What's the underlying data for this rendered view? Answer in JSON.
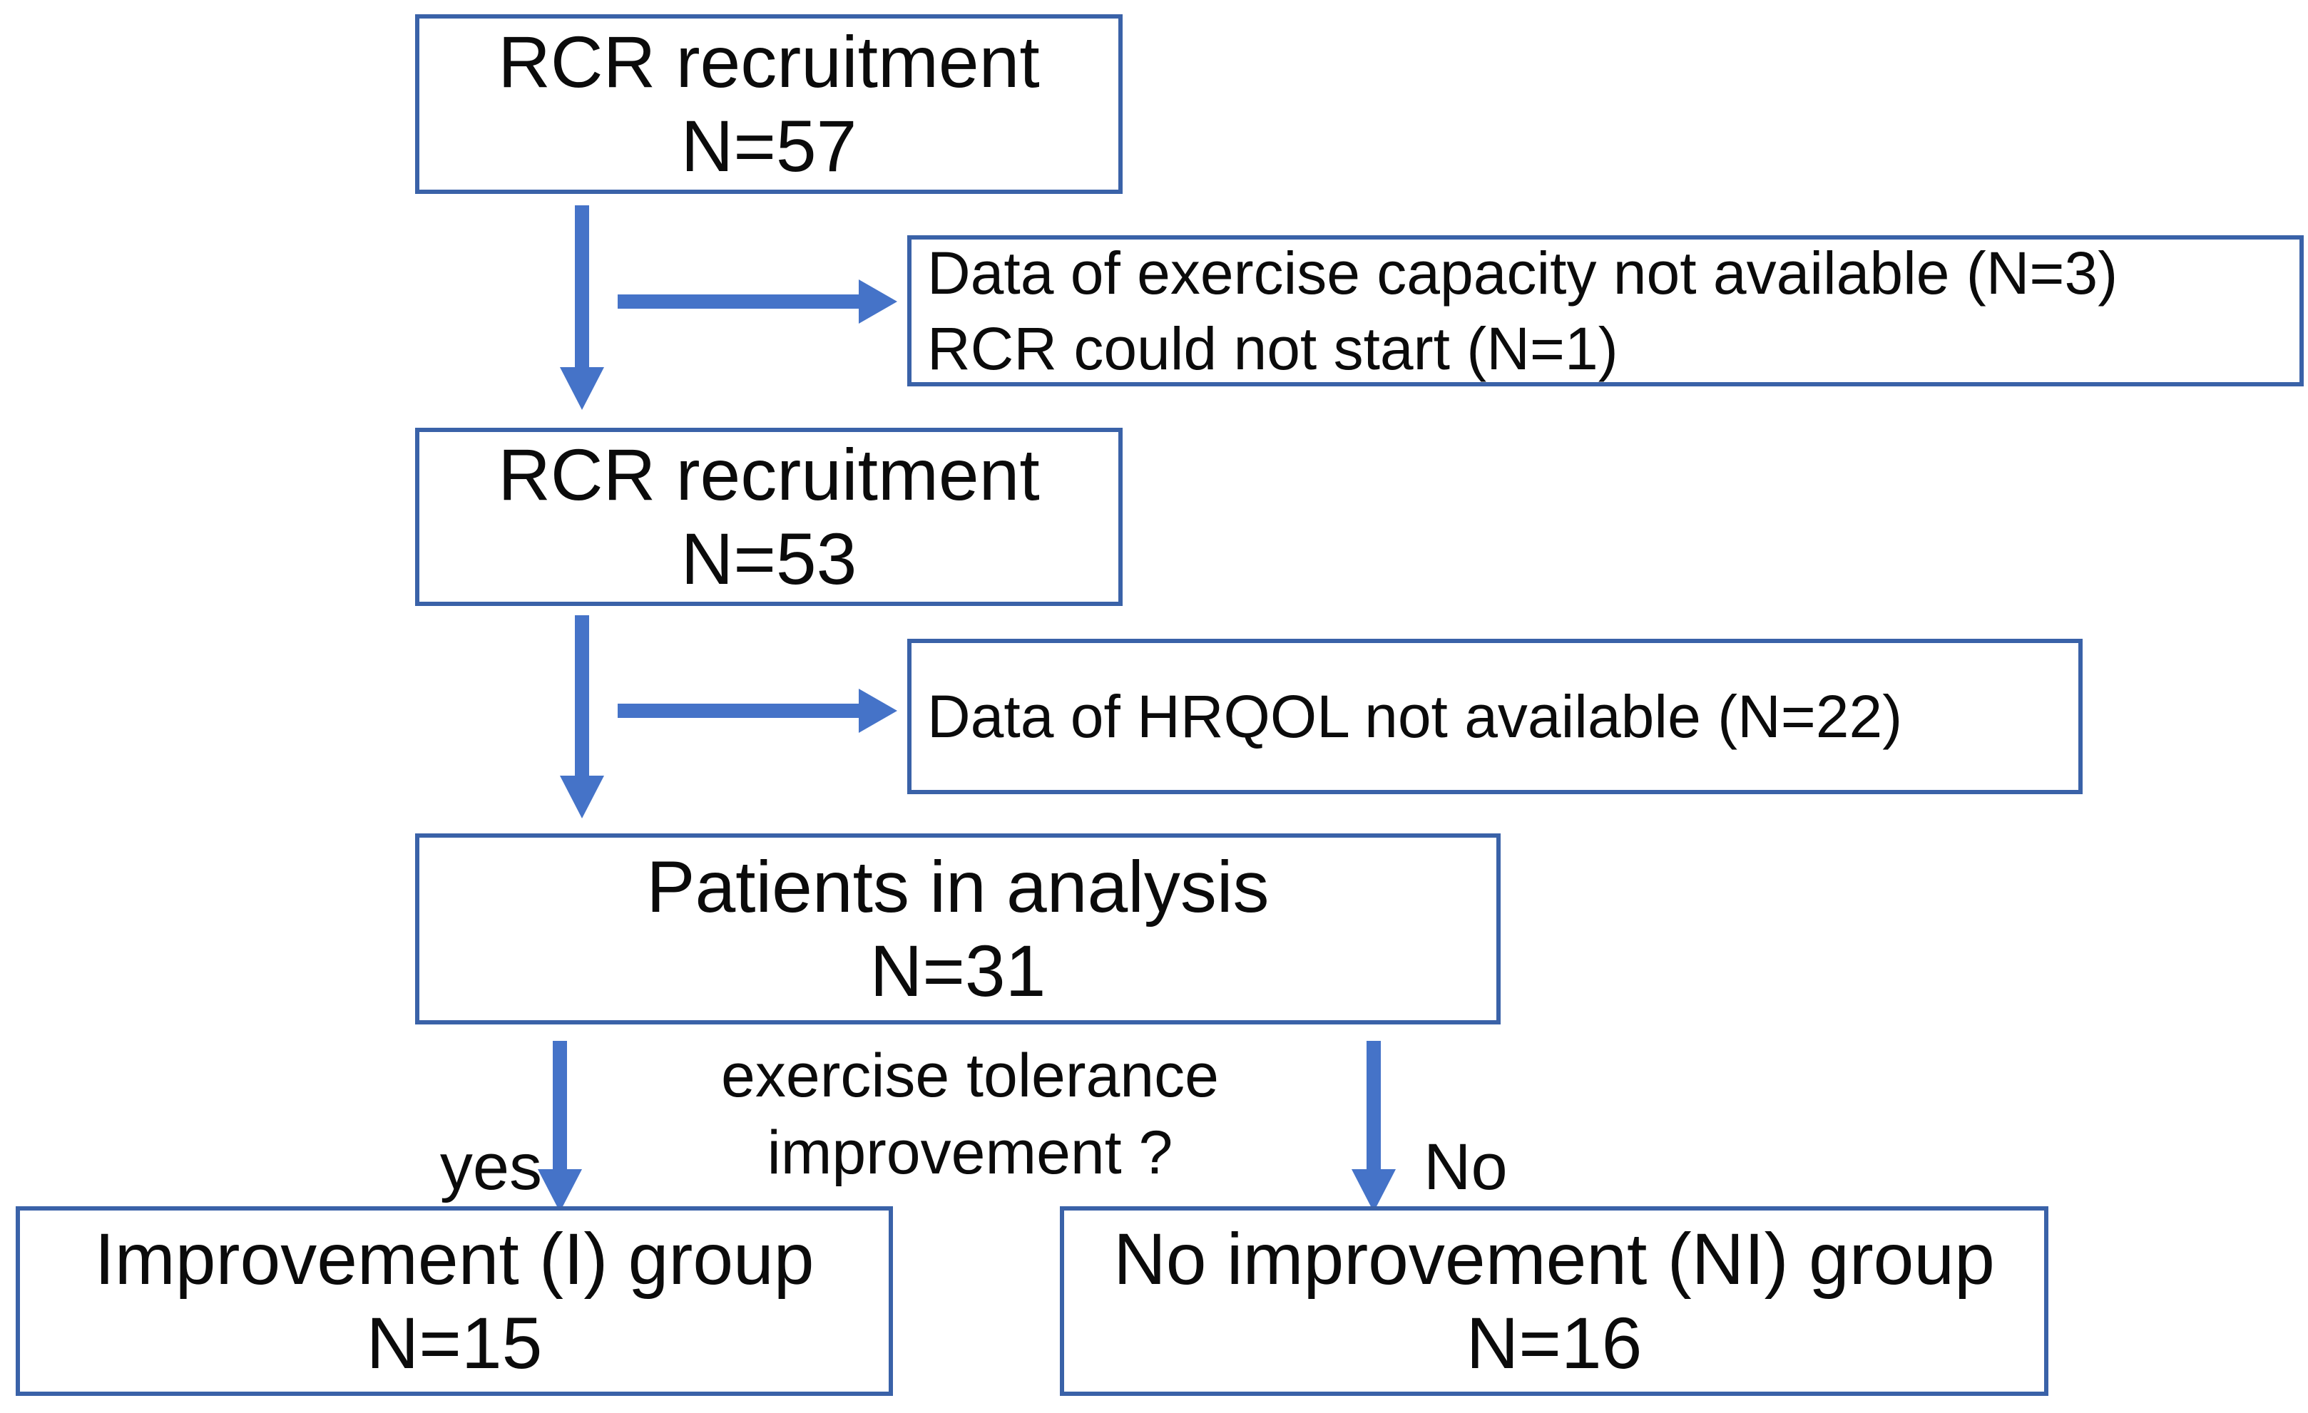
{
  "diagram": {
    "boxes": {
      "recruit57": {
        "line1": "RCR recruitment",
        "line2": "N=57"
      },
      "exclusion1": {
        "line1": "Data of exercise capacity not available (N=3)",
        "line2": "RCR could not start (N=1)"
      },
      "recruit53": {
        "line1": "RCR recruitment",
        "line2": "N=53"
      },
      "exclusion2": {
        "line1": "Data of HRQOL not available (N=22)"
      },
      "analysis": {
        "line1": "Patients in analysis",
        "line2": "N=31"
      },
      "improvement": {
        "line1": "Improvement (I) group",
        "line2": "N=15"
      },
      "no_improvement": {
        "line1": "No improvement (NI) group",
        "line2": "N=16"
      }
    },
    "labels": {
      "yes": "yes",
      "no": "No",
      "question_line1": "exercise tolerance",
      "question_line2": "improvement ?"
    },
    "colors": {
      "box_border": "#3a62a8",
      "arrow": "#4573c8",
      "text": "#0b0b0b",
      "background": "#ffffff"
    }
  }
}
